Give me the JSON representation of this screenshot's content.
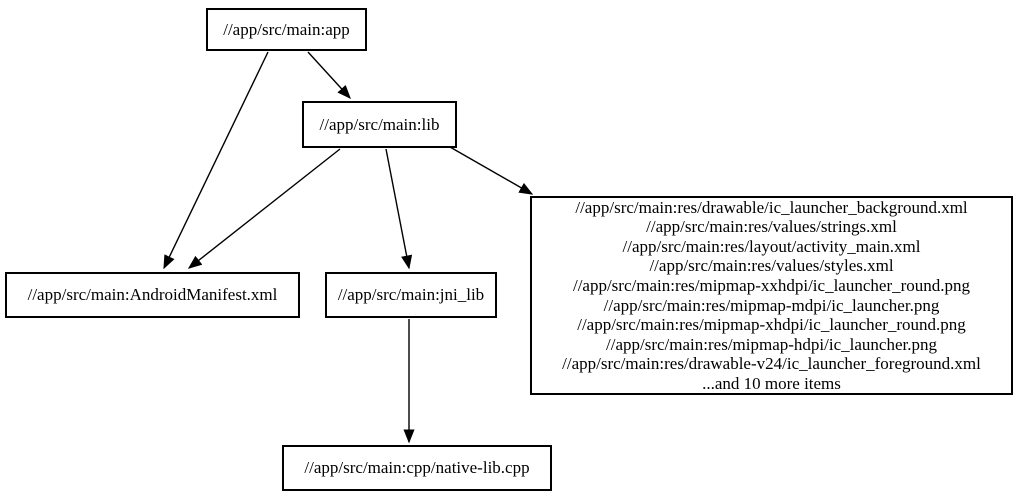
{
  "graph": {
    "background_color": "#ffffff",
    "node_fill_color": "#ffffff",
    "node_border_color": "#000000",
    "edge_color": "#000000",
    "text_color": "#000000",
    "nodes": {
      "app": {
        "label": "//app/src/main:app"
      },
      "lib": {
        "label": "//app/src/main:lib"
      },
      "android_manifest": {
        "label": "//app/src/main:AndroidManifest.xml"
      },
      "jni_lib": {
        "label": "//app/src/main:jni_lib"
      },
      "native_lib": {
        "label": "//app/src/main:cpp/native-lib.cpp"
      },
      "resources": {
        "lines": [
          "//app/src/main:res/drawable/ic_launcher_background.xml",
          "//app/src/main:res/values/strings.xml",
          "//app/src/main:res/layout/activity_main.xml",
          "//app/src/main:res/values/styles.xml",
          "//app/src/main:res/mipmap-xxhdpi/ic_launcher_round.png",
          "//app/src/main:res/mipmap-mdpi/ic_launcher.png",
          "//app/src/main:res/mipmap-xhdpi/ic_launcher_round.png",
          "//app/src/main:res/mipmap-hdpi/ic_launcher.png",
          "//app/src/main:res/drawable-v24/ic_launcher_foreground.xml",
          "...and 10 more items"
        ]
      }
    },
    "edges": [
      {
        "from": "app",
        "to": "lib"
      },
      {
        "from": "app",
        "to": "android_manifest"
      },
      {
        "from": "lib",
        "to": "android_manifest"
      },
      {
        "from": "lib",
        "to": "jni_lib"
      },
      {
        "from": "lib",
        "to": "resources"
      },
      {
        "from": "jni_lib",
        "to": "native_lib"
      }
    ]
  }
}
